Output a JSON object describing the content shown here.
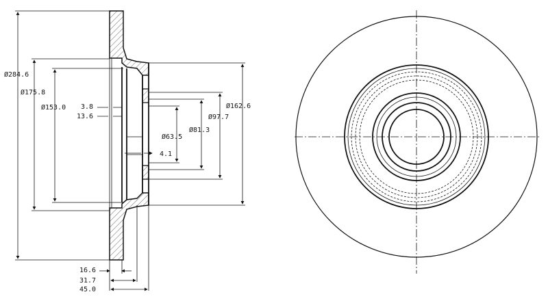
{
  "dimensions": {
    "d_284_6": "Ø284.6",
    "d_175_8": "Ø175.8",
    "d_153_0": "Ø153.0",
    "d_162_6": "Ø162.6",
    "d_97_7": "Ø97.7",
    "d_81_3": "Ø81.3",
    "d_63_5": "Ø63.5",
    "t_3_8": "3.8",
    "t_13_6": "13.6",
    "t_4_1": "4.1",
    "t_16_6": "16.6",
    "t_31_7": "31.7",
    "t_45_0": "45.0"
  }
}
